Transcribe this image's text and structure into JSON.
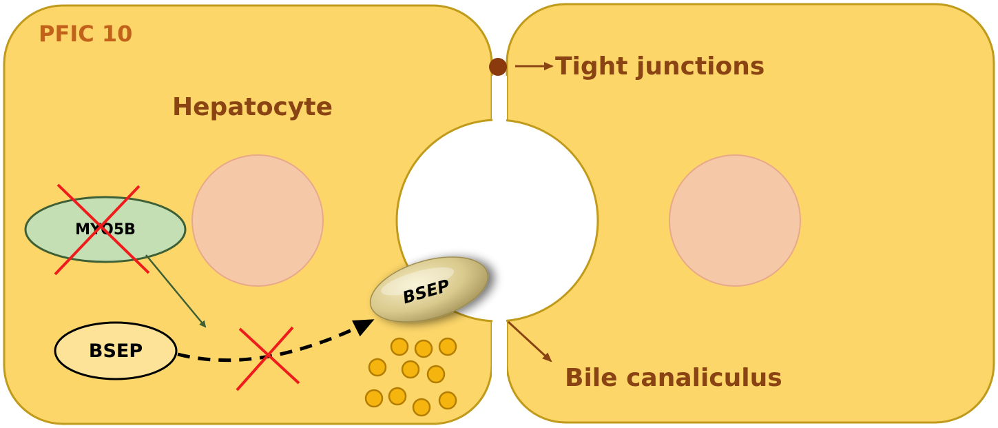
{
  "title": "PFIC 10",
  "labels": {
    "hepatocyte": "Hepatocyte",
    "tight_junctions": "Tight junctions",
    "bile_canaliculus": "Bile canaliculus",
    "myo5b": "MYO5B",
    "bsep_cytoplasm": "BSEP",
    "bsep_membrane": "BSEP"
  },
  "colors": {
    "cell_fill": "#fcd669",
    "cell_stroke": "#c09a1a",
    "nucleus_fill": "#f5c8a8",
    "nucleus_stroke": "#e8a88a",
    "myo5b_fill": "#c5dfb5",
    "myo5b_stroke": "#3f5f35",
    "bsep_fill": "#fde398",
    "title_color": "#c2611a",
    "label_color": "#8a4313",
    "arrow_green": "#3f5f35",
    "cross_red": "#ee1c1c",
    "vesicle_fill": "#f5b40e",
    "vesicle_stroke": "#b37d00",
    "junction_dot": "#8b3a0e"
  }
}
